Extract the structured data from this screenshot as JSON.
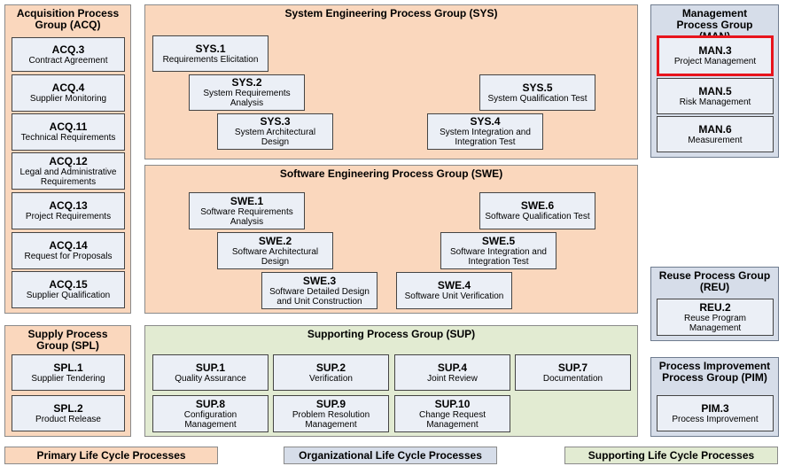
{
  "groups": {
    "acq": {
      "title": "Acquisition Process Group (ACQ)",
      "items": [
        {
          "id": "ACQ.3",
          "name": "Contract Agreement"
        },
        {
          "id": "ACQ.4",
          "name": "Supplier Monitoring"
        },
        {
          "id": "ACQ.11",
          "name": "Technical Requirements"
        },
        {
          "id": "ACQ.12",
          "name": "Legal and Administrative Requirements"
        },
        {
          "id": "ACQ.13",
          "name": "Project Requirements"
        },
        {
          "id": "ACQ.14",
          "name": "Request for Proposals"
        },
        {
          "id": "ACQ.15",
          "name": "Supplier Qualification"
        }
      ]
    },
    "sys": {
      "title": "System Engineering Process Group (SYS)",
      "items": [
        {
          "id": "SYS.1",
          "name": "Requirements Elicitation"
        },
        {
          "id": "SYS.2",
          "name": "System Requirements Analysis"
        },
        {
          "id": "SYS.3",
          "name": "System Architectural Design"
        },
        {
          "id": "SYS.4",
          "name": "System Integration and Integration Test"
        },
        {
          "id": "SYS.5",
          "name": "System Qualification Test"
        }
      ]
    },
    "man": {
      "title": "Management Process Group (MAN)",
      "items": [
        {
          "id": "MAN.3",
          "name": "Project Management"
        },
        {
          "id": "MAN.5",
          "name": "Risk Management"
        },
        {
          "id": "MAN.6",
          "name": "Measurement"
        }
      ]
    },
    "swe": {
      "title": "Software Engineering Process Group (SWE)",
      "items": [
        {
          "id": "SWE.1",
          "name": "Software Requirements Analysis"
        },
        {
          "id": "SWE.2",
          "name": "Software Architectural Design"
        },
        {
          "id": "SWE.3",
          "name": "Software Detailed Design and Unit Construction"
        },
        {
          "id": "SWE.4",
          "name": "Software Unit Verification"
        },
        {
          "id": "SWE.5",
          "name": "Software Integration and Integration Test"
        },
        {
          "id": "SWE.6",
          "name": "Software Qualification Test"
        }
      ]
    },
    "reu": {
      "title": "Reuse Process Group (REU)",
      "items": [
        {
          "id": "REU.2",
          "name": "Reuse Program Management"
        }
      ]
    },
    "spl": {
      "title": "Supply Process Group (SPL)",
      "items": [
        {
          "id": "SPL.1",
          "name": "Supplier Tendering"
        },
        {
          "id": "SPL.2",
          "name": "Product Release"
        }
      ]
    },
    "sup": {
      "title": "Supporting Process Group (SUP)",
      "items": [
        {
          "id": "SUP.1",
          "name": "Quality Assurance"
        },
        {
          "id": "SUP.2",
          "name": "Verification"
        },
        {
          "id": "SUP.4",
          "name": "Joint Review"
        },
        {
          "id": "SUP.7",
          "name": "Documentation"
        },
        {
          "id": "SUP.8",
          "name": "Configuration Management"
        },
        {
          "id": "SUP.9",
          "name": "Problem Resolution Management"
        },
        {
          "id": "SUP.10",
          "name": "Change Request Management"
        }
      ]
    },
    "pim": {
      "title": "Process Improvement Process Group (PIM)",
      "items": [
        {
          "id": "PIM.3",
          "name": "Process Improvement"
        }
      ]
    }
  },
  "legend": {
    "primary": "Primary Life Cycle Processes",
    "organizational": "Organizational Life Cycle Processes",
    "supporting": "Supporting Life Cycle Processes"
  },
  "colors": {
    "primary": "#fad7bd",
    "organizational": "#d6dde9",
    "supporting": "#e2ebd2",
    "box": "#ebeff6",
    "highlight": "#e8141c"
  },
  "highlighted_process": "MAN.3"
}
